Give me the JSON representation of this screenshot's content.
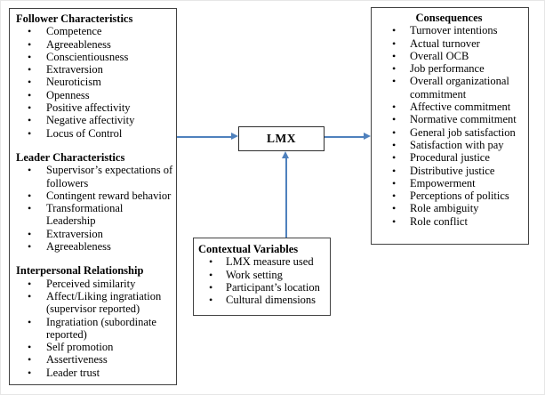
{
  "colors": {
    "arrow": "#4f81bd",
    "box_border": "#424242",
    "text": "#000000",
    "background": "#ffffff"
  },
  "diagram": {
    "antecedents": {
      "sections": [
        {
          "title": "Follower Characteristics",
          "items": [
            "Competence",
            "Agreeableness",
            "Conscientiousness",
            "Extraversion",
            "Neuroticism",
            "Openness",
            "Positive affectivity",
            "Negative affectivity",
            "Locus of Control"
          ]
        },
        {
          "title": "Leader Characteristics",
          "items": [
            "Supervisor’s expectations of followers",
            "Contingent reward behavior",
            "Transformational Leadership",
            "Extraversion",
            "Agreeableness"
          ]
        },
        {
          "title": "Interpersonal Relationship",
          "items": [
            "Perceived similarity",
            "Affect/Liking ingratiation (supervisor reported)",
            "Ingratiation (subordinate reported)",
            "Self promotion",
            "Assertiveness",
            "Leader trust"
          ]
        }
      ]
    },
    "lmx": {
      "label": "LMX"
    },
    "consequences": {
      "title": "Consequences",
      "items": [
        "Turnover intentions",
        "Actual turnover",
        "Overall OCB",
        "Job performance",
        "Overall organizational commitment",
        "Affective commitment",
        "Normative commitment",
        "General job satisfaction",
        "Satisfaction with pay",
        "Procedural justice",
        "Distributive justice",
        "Empowerment",
        "Perceptions of politics",
        "Role ambiguity",
        "Role conflict"
      ]
    },
    "contextual": {
      "title": "Contextual Variables",
      "items": [
        "LMX measure used",
        "Work setting",
        "Participant’s location",
        "Cultural dimensions"
      ]
    }
  }
}
